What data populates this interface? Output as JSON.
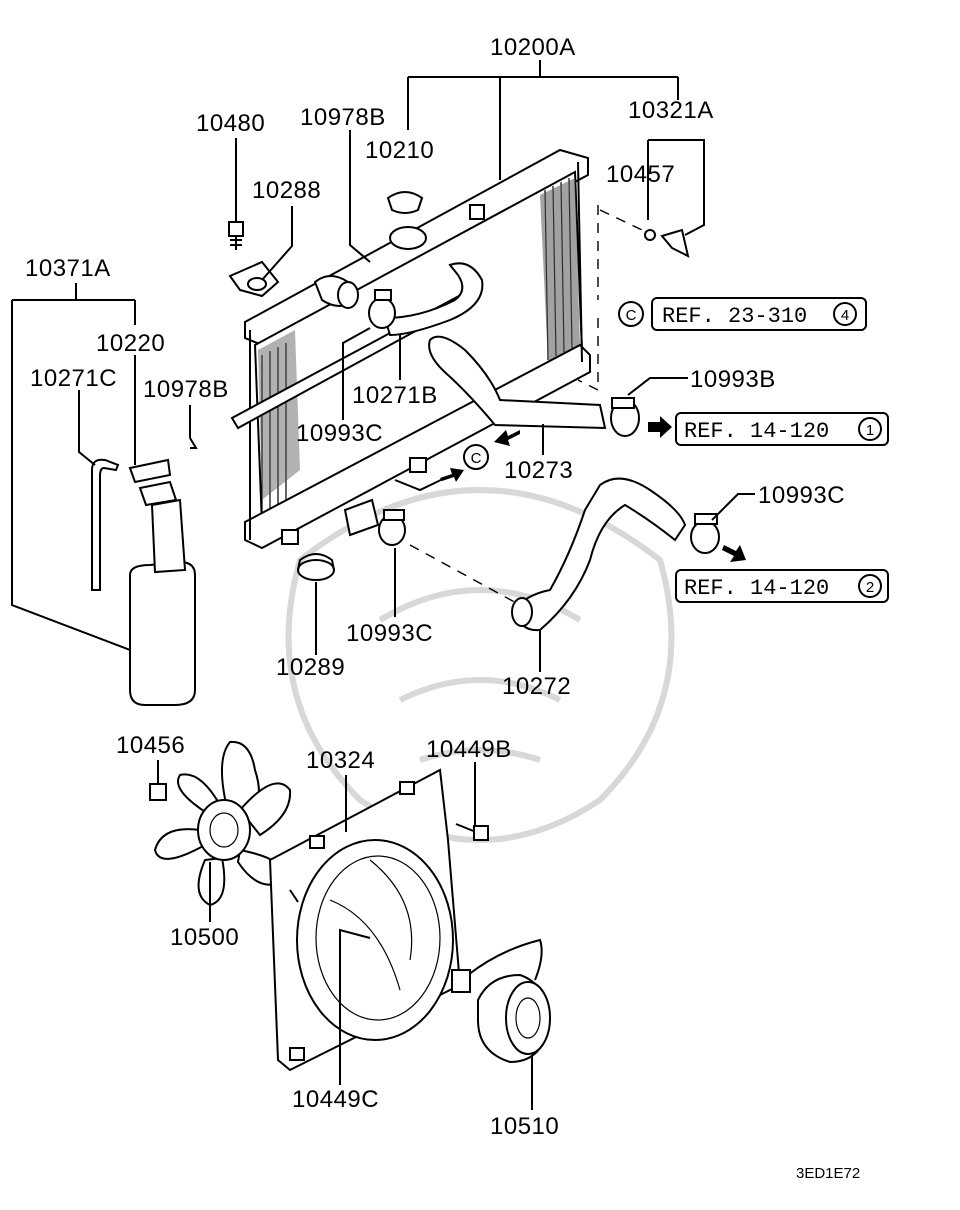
{
  "parts": {
    "p10200A": "10200A",
    "p10321A": "10321A",
    "p10480": "10480",
    "p10978B_top": "10978B",
    "p10210": "10210",
    "p10457": "10457",
    "p10288": "10288",
    "p10371A": "10371A",
    "p10220": "10220",
    "p10271C": "10271C",
    "p10978B_left": "10978B",
    "p10271B": "10271B",
    "p10993C_a": "10993C",
    "p10993B": "10993B",
    "p10273": "10273",
    "p10993C_b": "10993C",
    "p10993C_c": "10993C",
    "p10289": "10289",
    "p10272": "10272",
    "p10456": "10456",
    "p10324": "10324",
    "p10449B": "10449B",
    "p10500": "10500",
    "p10449C": "10449C",
    "p10510": "10510"
  },
  "refs": {
    "ref_23_310": {
      "text": "REF. 23-310",
      "num": "4"
    },
    "ref_14_120_1": {
      "text": "REF. 14-120",
      "num": "1"
    },
    "ref_14_120_2": {
      "text": "REF. 14-120",
      "num": "2"
    }
  },
  "markers": {
    "c_top": "C",
    "c_mid": "C"
  },
  "diagram_code": "3ED1E72"
}
